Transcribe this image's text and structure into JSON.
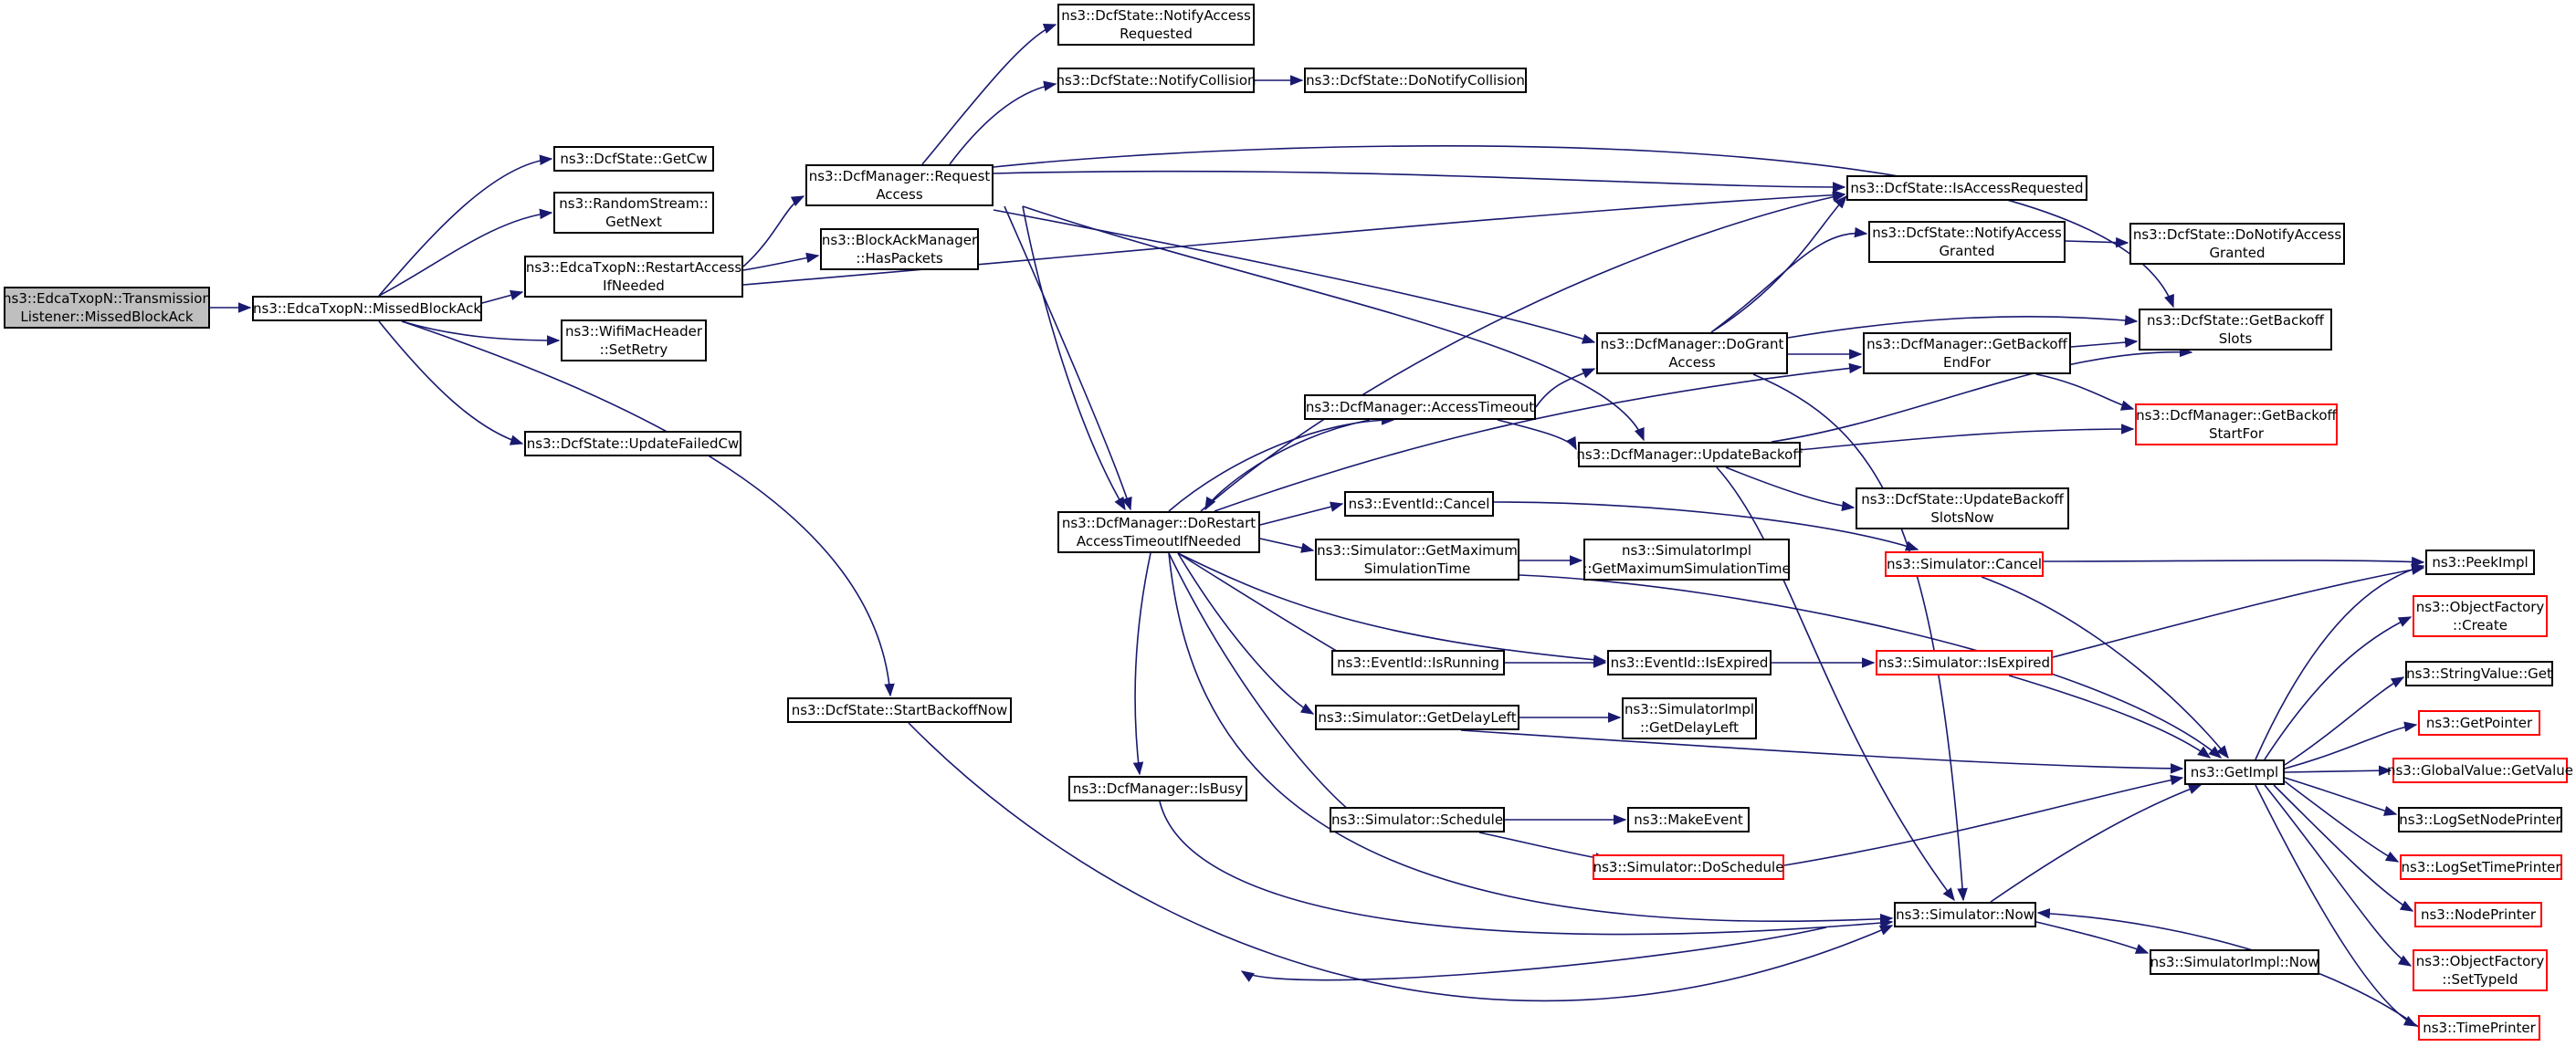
{
  "colors": {
    "edge": "#191970",
    "node_border": "#000000",
    "truncated_border": "#ff0000",
    "root_fill": "#bfbfbf"
  },
  "nodes": {
    "missed_ack_listener": {
      "label": "ns3::EdcaTxopN::Transmission\nListener::MissedBlockAck"
    },
    "missed_block_ack": {
      "label": "ns3::EdcaTxopN::MissedBlockAck"
    },
    "get_cw": {
      "label": "ns3::DcfState::GetCw"
    },
    "random_get_next": {
      "label": "ns3::RandomStream::\nGetNext"
    },
    "restart_access": {
      "label": "ns3::EdcaTxopN::RestartAccess\nIfNeeded"
    },
    "set_retry": {
      "label": "ns3::WifiMacHeader\n::SetRetry"
    },
    "update_failed_cw": {
      "label": "ns3::DcfState::UpdateFailedCw"
    },
    "start_backoff_now": {
      "label": "ns3::DcfState::StartBackoffNow"
    },
    "request_access": {
      "label": "ns3::DcfManager::Request\nAccess"
    },
    "has_packets": {
      "label": "ns3::BlockAckManager\n::HasPackets"
    },
    "do_restart": {
      "label": "ns3::DcfManager::DoRestart\nAccessTimeoutIfNeeded"
    },
    "is_busy": {
      "label": "ns3::DcfManager::IsBusy"
    },
    "notify_access_req": {
      "label": "ns3::DcfState::NotifyAccess\nRequested"
    },
    "notify_collision": {
      "label": "ns3::DcfState::NotifyCollision"
    },
    "do_notify_collision": {
      "label": "ns3::DcfState::DoNotifyCollision"
    },
    "is_access_requested": {
      "label": "ns3::DcfState::IsAccessRequested"
    },
    "notify_access_granted": {
      "label": "ns3::DcfState::NotifyAccess\nGranted"
    },
    "do_notify_access_granted": {
      "label": "ns3::DcfState::DoNotifyAccess\nGranted"
    },
    "do_grant_access": {
      "label": "ns3::DcfManager::DoGrant\nAccess"
    },
    "get_backoff_end": {
      "label": "ns3::DcfManager::GetBackoff\nEndFor"
    },
    "get_backoff_slots": {
      "label": "ns3::DcfState::GetBackoff\nSlots"
    },
    "get_backoff_start": {
      "label": "ns3::DcfManager::GetBackoff\nStartFor"
    },
    "access_timeout": {
      "label": "ns3::DcfManager::AccessTimeout"
    },
    "update_backoff": {
      "label": "ns3::DcfManager::UpdateBackoff"
    },
    "update_backoff_slots_now": {
      "label": "ns3::DcfState::UpdateBackoff\nSlotsNow"
    },
    "event_cancel": {
      "label": "ns3::EventId::Cancel"
    },
    "sim_cancel": {
      "label": "ns3::Simulator::Cancel"
    },
    "sim_get_max_time": {
      "label": "ns3::Simulator::GetMaximum\nSimulationTime"
    },
    "simimpl_get_max_time": {
      "label": "ns3::SimulatorImpl\n::GetMaximumSimulationTime"
    },
    "event_is_running": {
      "label": "ns3::EventId::IsRunning"
    },
    "event_is_expired": {
      "label": "ns3::EventId::IsExpired"
    },
    "sim_is_expired": {
      "label": "ns3::Simulator::IsExpired"
    },
    "sim_get_delay_left": {
      "label": "ns3::Simulator::GetDelayLeft"
    },
    "simimpl_get_delay_left": {
      "label": "ns3::SimulatorImpl\n::GetDelayLeft"
    },
    "sim_schedule": {
      "label": "ns3::Simulator::Schedule"
    },
    "make_event": {
      "label": "ns3::MakeEvent"
    },
    "sim_do_schedule": {
      "label": "ns3::Simulator::DoSchedule"
    },
    "sim_now": {
      "label": "ns3::Simulator::Now"
    },
    "simimpl_now": {
      "label": "ns3::SimulatorImpl::Now"
    },
    "get_impl": {
      "label": "ns3::GetImpl"
    },
    "peek_impl": {
      "label": "ns3::PeekImpl"
    },
    "object_factory_create": {
      "label": "ns3::ObjectFactory\n::Create"
    },
    "string_value_get": {
      "label": "ns3::StringValue::Get"
    },
    "get_pointer": {
      "label": "ns3::GetPointer"
    },
    "global_value_get": {
      "label": "ns3::GlobalValue::GetValue"
    },
    "log_set_node_printer": {
      "label": "ns3::LogSetNodePrinter"
    },
    "log_set_time_printer": {
      "label": "ns3::LogSetTimePrinter"
    },
    "node_printer": {
      "label": "ns3::NodePrinter"
    },
    "object_factory_set_type": {
      "label": "ns3::ObjectFactory\n::SetTypeId"
    },
    "time_printer": {
      "label": "ns3::TimePrinter"
    }
  }
}
